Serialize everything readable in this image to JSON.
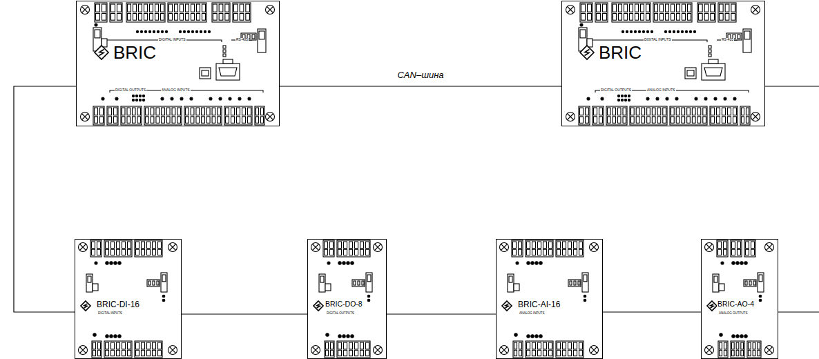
{
  "diagram": {
    "nodes": [
      {
        "text": [
          "BRIC",
          "DIGITAL INPUTS",
          "RS-485",
          "DIGITAL OUTPUTS",
          "ANALOG INPUTS"
        ]
      },
      {
        "text": [
          "BRIC",
          "DIGITAL INPUTS",
          "RS-485",
          "DIGITAL OUTPUTS",
          "ANALOG INPUTS"
        ]
      },
      {
        "text": [
          "BRIC-DI-16",
          "DIGITAL INPUTS"
        ]
      },
      {
        "text": [
          "BRIC-DO-8",
          "DIGITAL OUTPUTS"
        ]
      },
      {
        "text": [
          "BRIC-AI-16",
          "ANALOG INPUTS"
        ]
      },
      {
        "text": [
          "BRIC-AO-4",
          "ANALOG OUTPUTS"
        ]
      }
    ],
    "edges": [
      {
        "from": 0,
        "to": 1,
        "label": "CAN–шина",
        "arrow": "none"
      },
      {
        "from": 0,
        "to": 2,
        "arrow": "none"
      },
      {
        "from": 2,
        "to": 3,
        "arrow": "none"
      },
      {
        "from": 3,
        "to": 4,
        "arrow": "none"
      },
      {
        "from": 4,
        "to": 5,
        "arrow": "none"
      }
    ]
  }
}
